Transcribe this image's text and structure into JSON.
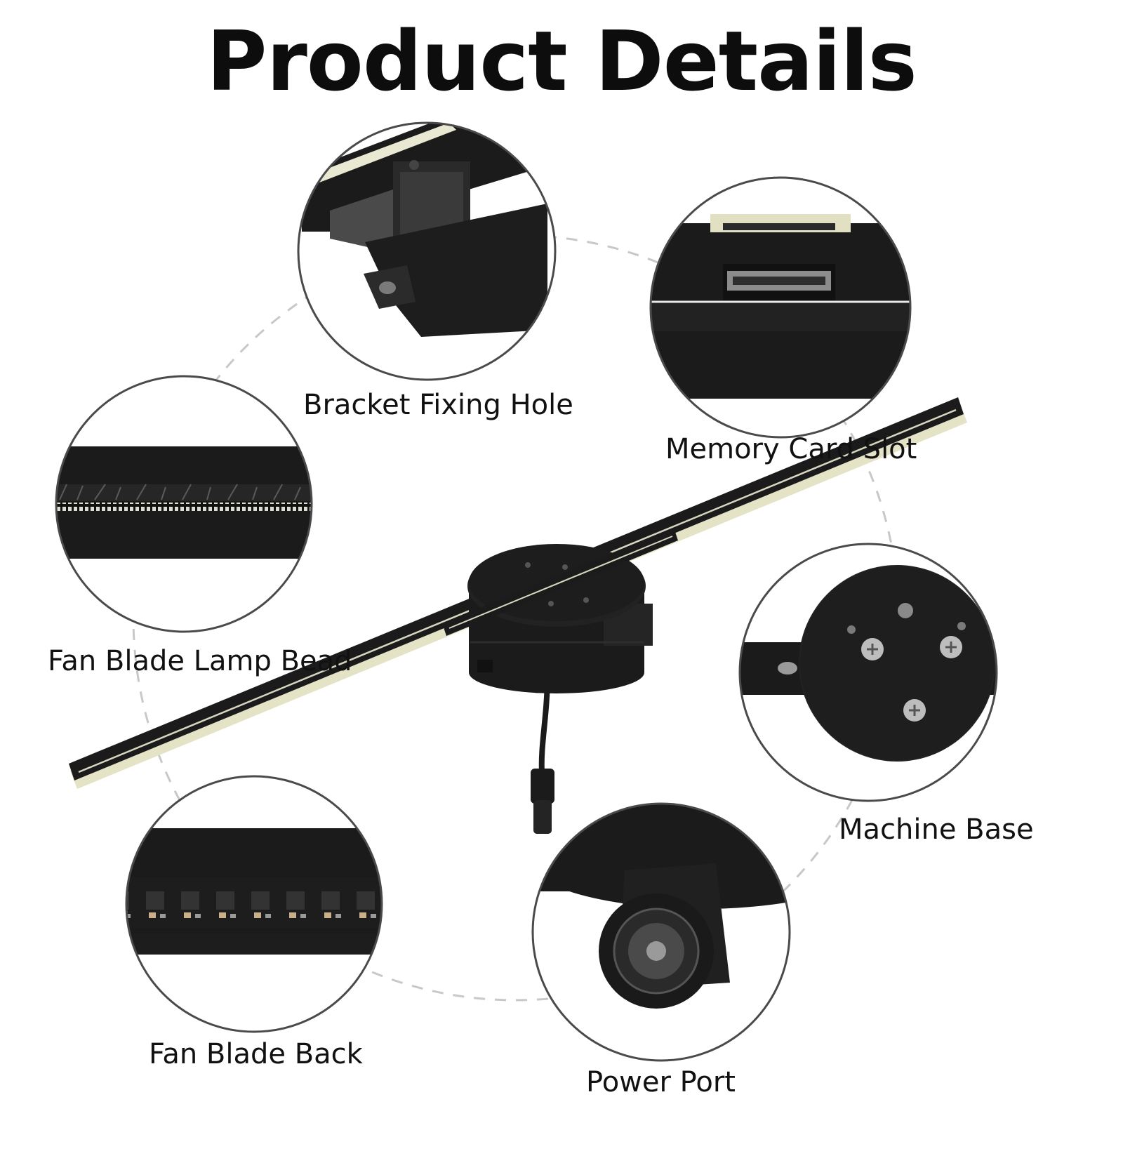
{
  "title": "Product Details",
  "colors": {
    "device": "#1b1b1b",
    "circle_outline": "#4a4a4a",
    "dashed_ring": "#c8c8c8",
    "led_strip": "#e8e6c8"
  },
  "callouts": [
    {
      "id": "bracket",
      "label": "Bracket Fixing Hole",
      "icon": "bracket-fixing-hole-detail"
    },
    {
      "id": "memory",
      "label": "Memory Card Slot",
      "icon": "memory-card-slot-detail"
    },
    {
      "id": "lamp",
      "label": "Fan Blade Lamp Bead",
      "icon": "fan-blade-lamp-bead-detail"
    },
    {
      "id": "base",
      "label": "Machine Base",
      "icon": "machine-base-detail"
    },
    {
      "id": "back",
      "label": "Fan Blade Back",
      "icon": "fan-blade-back-detail"
    },
    {
      "id": "power",
      "label": "Power Port",
      "icon": "power-port-detail"
    }
  ]
}
